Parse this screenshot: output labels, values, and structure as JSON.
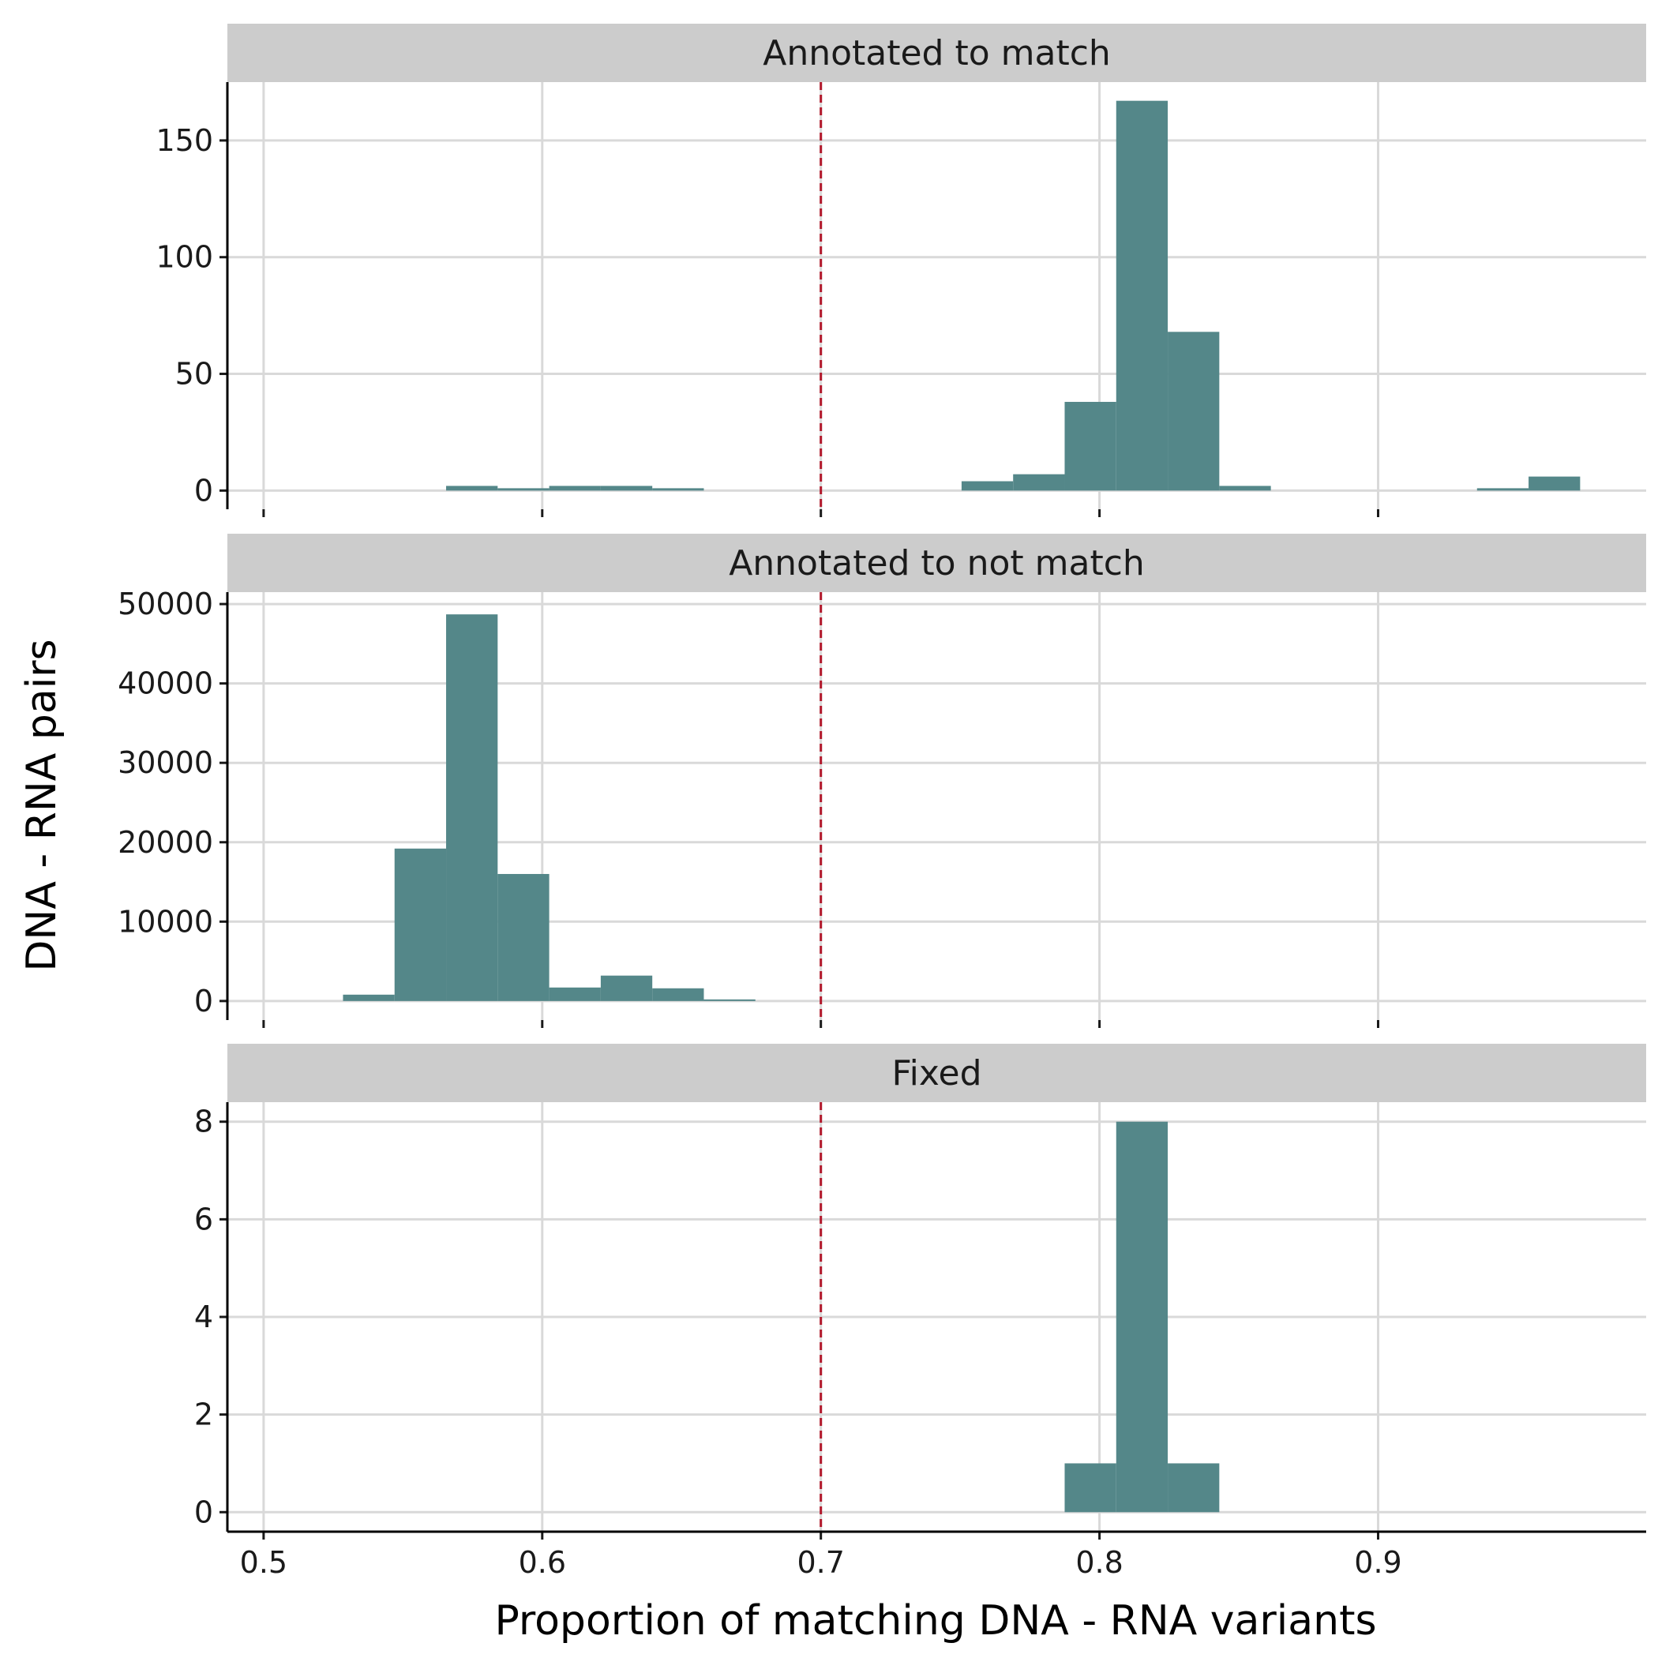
{
  "chart_data": {
    "type": "bar",
    "xlabel": "Proportion of matching DNA - RNA variants",
    "ylabel": "DNA - RNA pairs",
    "xlim": [
      0.487,
      0.9962
    ],
    "xticks": [
      0.5,
      0.6,
      0.7,
      0.8,
      0.9
    ],
    "xtick_labels": [
      "0.5",
      "0.6",
      "0.7",
      "0.8",
      "0.9"
    ],
    "reference_line": {
      "x": 0.7,
      "style": "dashed",
      "color": "#b2182b"
    },
    "bar_color": "#548789",
    "grid": true,
    "panels": [
      {
        "title": "Annotated to match",
        "ylim": [
          -8,
          175
        ],
        "yticks": [
          0,
          50,
          100,
          150
        ],
        "ytick_labels": [
          "0",
          "50",
          "100",
          "150"
        ],
        "bins": [
          {
            "x0": 0.5655,
            "x1": 0.584,
            "value": 2
          },
          {
            "x0": 0.584,
            "x1": 0.6025,
            "value": 1
          },
          {
            "x0": 0.6025,
            "x1": 0.621,
            "value": 2
          },
          {
            "x0": 0.621,
            "x1": 0.6395,
            "value": 2
          },
          {
            "x0": 0.6395,
            "x1": 0.658,
            "value": 1
          },
          {
            "x0": 0.7505,
            "x1": 0.769,
            "value": 4
          },
          {
            "x0": 0.769,
            "x1": 0.7875,
            "value": 7
          },
          {
            "x0": 0.7875,
            "x1": 0.806,
            "value": 38
          },
          {
            "x0": 0.806,
            "x1": 0.8245,
            "value": 167
          },
          {
            "x0": 0.8245,
            "x1": 0.843,
            "value": 68
          },
          {
            "x0": 0.843,
            "x1": 0.8615,
            "value": 2
          },
          {
            "x0": 0.9355,
            "x1": 0.954,
            "value": 1
          },
          {
            "x0": 0.954,
            "x1": 0.9725,
            "value": 6
          }
        ]
      },
      {
        "title": "Annotated to not match",
        "ylim": [
          -2400,
          51500
        ],
        "yticks": [
          0,
          10000,
          20000,
          30000,
          40000,
          50000
        ],
        "ytick_labels": [
          "0",
          "10000",
          "20000",
          "30000",
          "40000",
          "50000"
        ],
        "bins": [
          {
            "x0": 0.5285,
            "x1": 0.547,
            "value": 800
          },
          {
            "x0": 0.547,
            "x1": 0.5655,
            "value": 19200
          },
          {
            "x0": 0.5655,
            "x1": 0.584,
            "value": 48700
          },
          {
            "x0": 0.584,
            "x1": 0.6025,
            "value": 16000
          },
          {
            "x0": 0.6025,
            "x1": 0.621,
            "value": 1700
          },
          {
            "x0": 0.621,
            "x1": 0.6395,
            "value": 3200
          },
          {
            "x0": 0.6395,
            "x1": 0.658,
            "value": 1600
          },
          {
            "x0": 0.658,
            "x1": 0.6765,
            "value": 200
          }
        ]
      },
      {
        "title": "Fixed",
        "ylim": [
          -0.4,
          8.4
        ],
        "yticks": [
          0,
          2,
          4,
          6,
          8
        ],
        "ytick_labels": [
          "0",
          "2",
          "4",
          "6",
          "8"
        ],
        "bins": [
          {
            "x0": 0.7875,
            "x1": 0.806,
            "value": 1
          },
          {
            "x0": 0.806,
            "x1": 0.8245,
            "value": 8
          },
          {
            "x0": 0.8245,
            "x1": 0.843,
            "value": 1
          }
        ]
      }
    ]
  }
}
